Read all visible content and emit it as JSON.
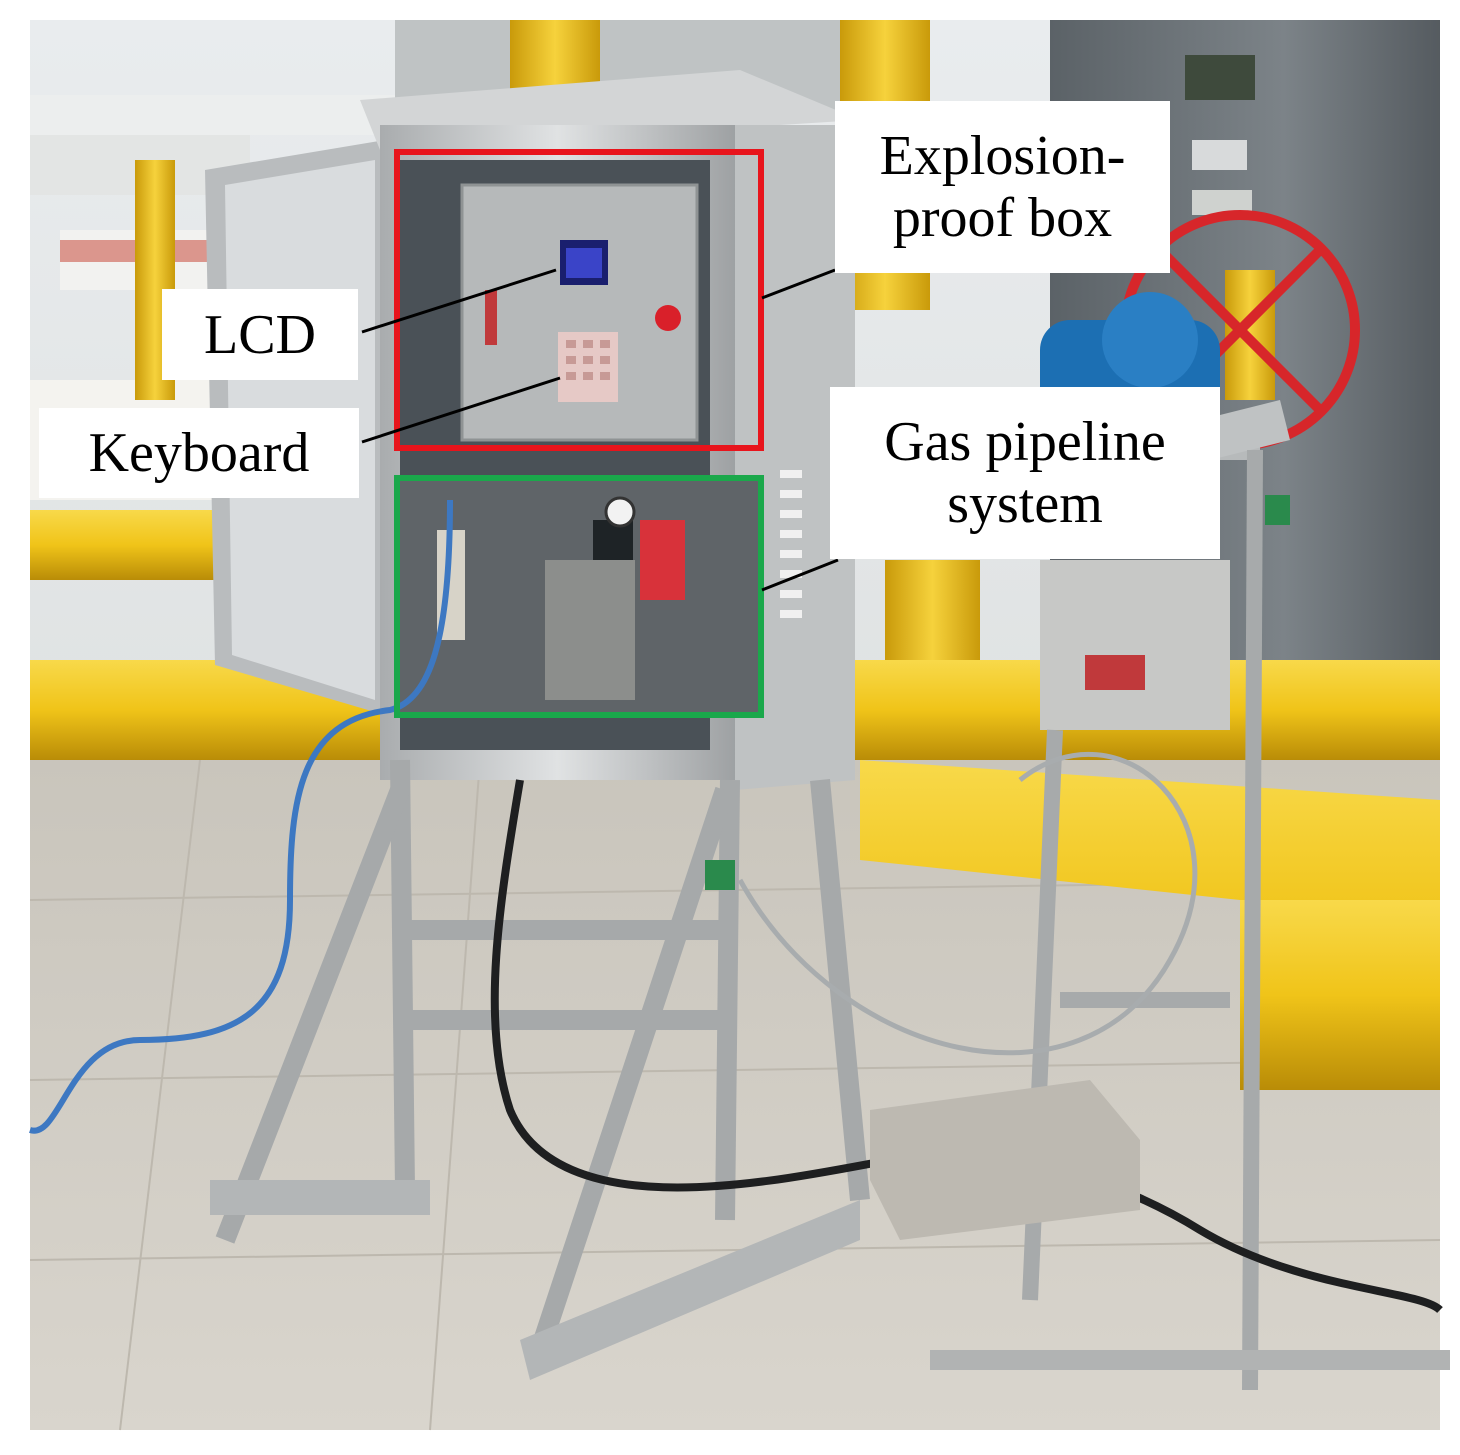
{
  "labels": {
    "explosion_proof_box": {
      "line1": "Explosion-",
      "line2": "proof box"
    },
    "lcd": "LCD",
    "keyboard": "Keyboard",
    "gas_pipeline_system": {
      "line1": "Gas pipeline",
      "line2": "system"
    }
  },
  "colors": {
    "explosion_box_frame": "#e8141c",
    "gas_system_frame": "#1aa84b",
    "leader_line": "#000000",
    "yellow_pipe": "#f0c419",
    "stainless_cabinet": "#c9cbcc",
    "paving": "#d3cfc6"
  }
}
